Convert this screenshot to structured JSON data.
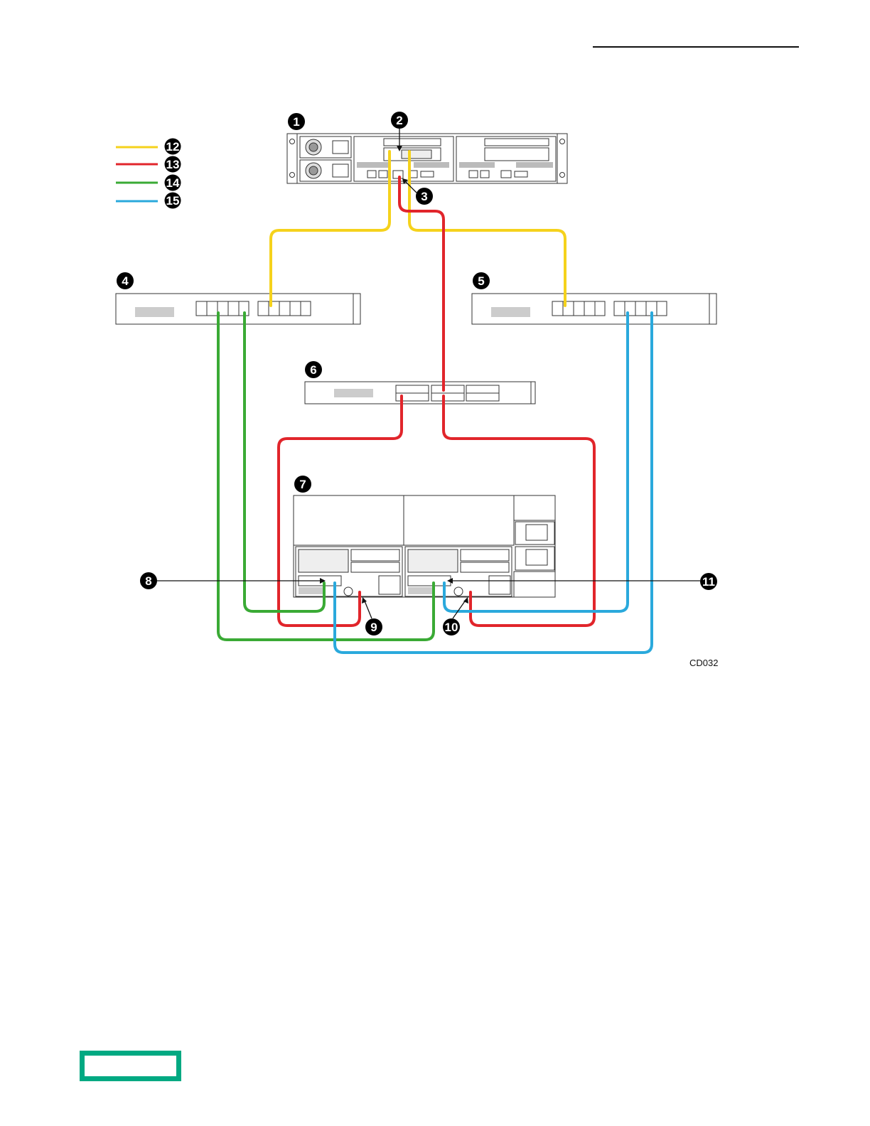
{
  "colors": {
    "yellow": "#f5d21c",
    "red": "#e1252b",
    "green": "#3aaa35",
    "blue": "#2aa9dc",
    "brand": "#01a982"
  },
  "legend": [
    {
      "number": "12",
      "color": "yellow"
    },
    {
      "number": "13",
      "color": "red"
    },
    {
      "number": "14",
      "color": "green"
    },
    {
      "number": "15",
      "color": "blue"
    }
  ],
  "callouts": [
    "1",
    "2",
    "3",
    "4",
    "5",
    "6",
    "7",
    "8",
    "9",
    "10",
    "11"
  ],
  "figure_id": "CD032"
}
